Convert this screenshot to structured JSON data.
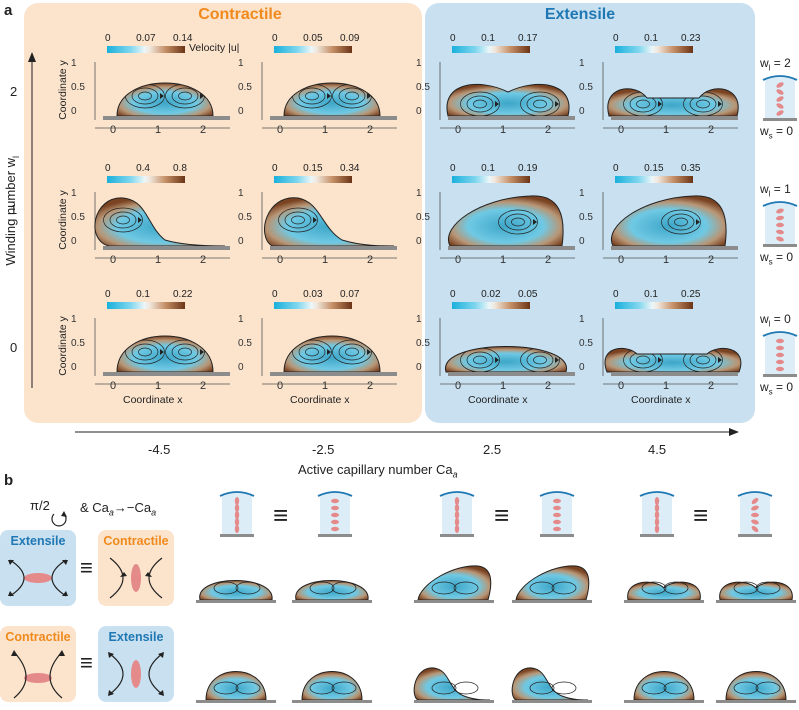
{
  "panel_a": {
    "letter": "a",
    "contractile_label": "Contractile",
    "extensile_label": "Extensile",
    "velocity_label": "Velocity |u|",
    "y_axis_label": "Winding number w",
    "y_axis_sub": "l",
    "x_axis_label": "Active capillary number Ca",
    "x_axis_sub": "a",
    "coord_x": "Coordinate x",
    "coord_y": "Coordinate y",
    "ca_values": [
      "-4.5",
      "-2.5",
      "2.5",
      "4.5"
    ],
    "winding_values": [
      "2",
      "1",
      "0"
    ],
    "x_ticks": [
      "0",
      "1",
      "2"
    ],
    "y_ticks": [
      "0",
      "0.5",
      "1"
    ],
    "colorbars": [
      [
        [
          "0",
          "0.07",
          "0.14"
        ],
        [
          "0",
          "0.05",
          "0.09"
        ],
        [
          "0",
          "0.1",
          "0.17"
        ],
        [
          "0",
          "0.1",
          "0.23"
        ]
      ],
      [
        [
          "0",
          "0.4",
          "0.8"
        ],
        [
          "0",
          "0.15",
          "0.34"
        ],
        [
          "0",
          "0.1",
          "0.19"
        ],
        [
          "0",
          "0.15",
          "0.35"
        ]
      ],
      [
        [
          "0",
          "0.1",
          "0.22"
        ],
        [
          "0",
          "0.03",
          "0.07"
        ],
        [
          "0",
          "0.02",
          "0.05"
        ],
        [
          "0",
          "0.1",
          "0.25"
        ]
      ]
    ],
    "side_labels": [
      {
        "wl": "w",
        "wl_sub": "l",
        "wl_val": "= 2",
        "ws": "w",
        "ws_sub": "s",
        "ws_val": "= 0"
      },
      {
        "wl": "w",
        "wl_sub": "l",
        "wl_val": "= 1",
        "ws": "w",
        "ws_sub": "s",
        "ws_val": "= 0"
      },
      {
        "wl": "w",
        "wl_sub": "l",
        "wl_val": "= 0",
        "ws": "w",
        "ws_sub": "s",
        "ws_val": "= 0"
      }
    ]
  },
  "panel_b": {
    "letter": "b",
    "rotation_label": "π/2",
    "transform_label": "& Ca",
    "transform_sub1": "a",
    "transform_arrow": "→−Ca",
    "transform_sub2": "a",
    "equiv_symbol": "≡",
    "box_top_left": "Extensile",
    "box_top_right": "Contractile",
    "box_bot_left": "Contractile",
    "box_bot_right": "Extensile"
  },
  "colors": {
    "contractile_bg": "#fbe3cc",
    "extensile_bg": "#c8e0ef",
    "contractile_text": "#f08a1d",
    "extensile_text": "#1f78b4",
    "cyan": "#2bb6de",
    "brown": "#8a4a22",
    "substrate": "#8c8c8c",
    "nematic": "#e58a8a"
  }
}
